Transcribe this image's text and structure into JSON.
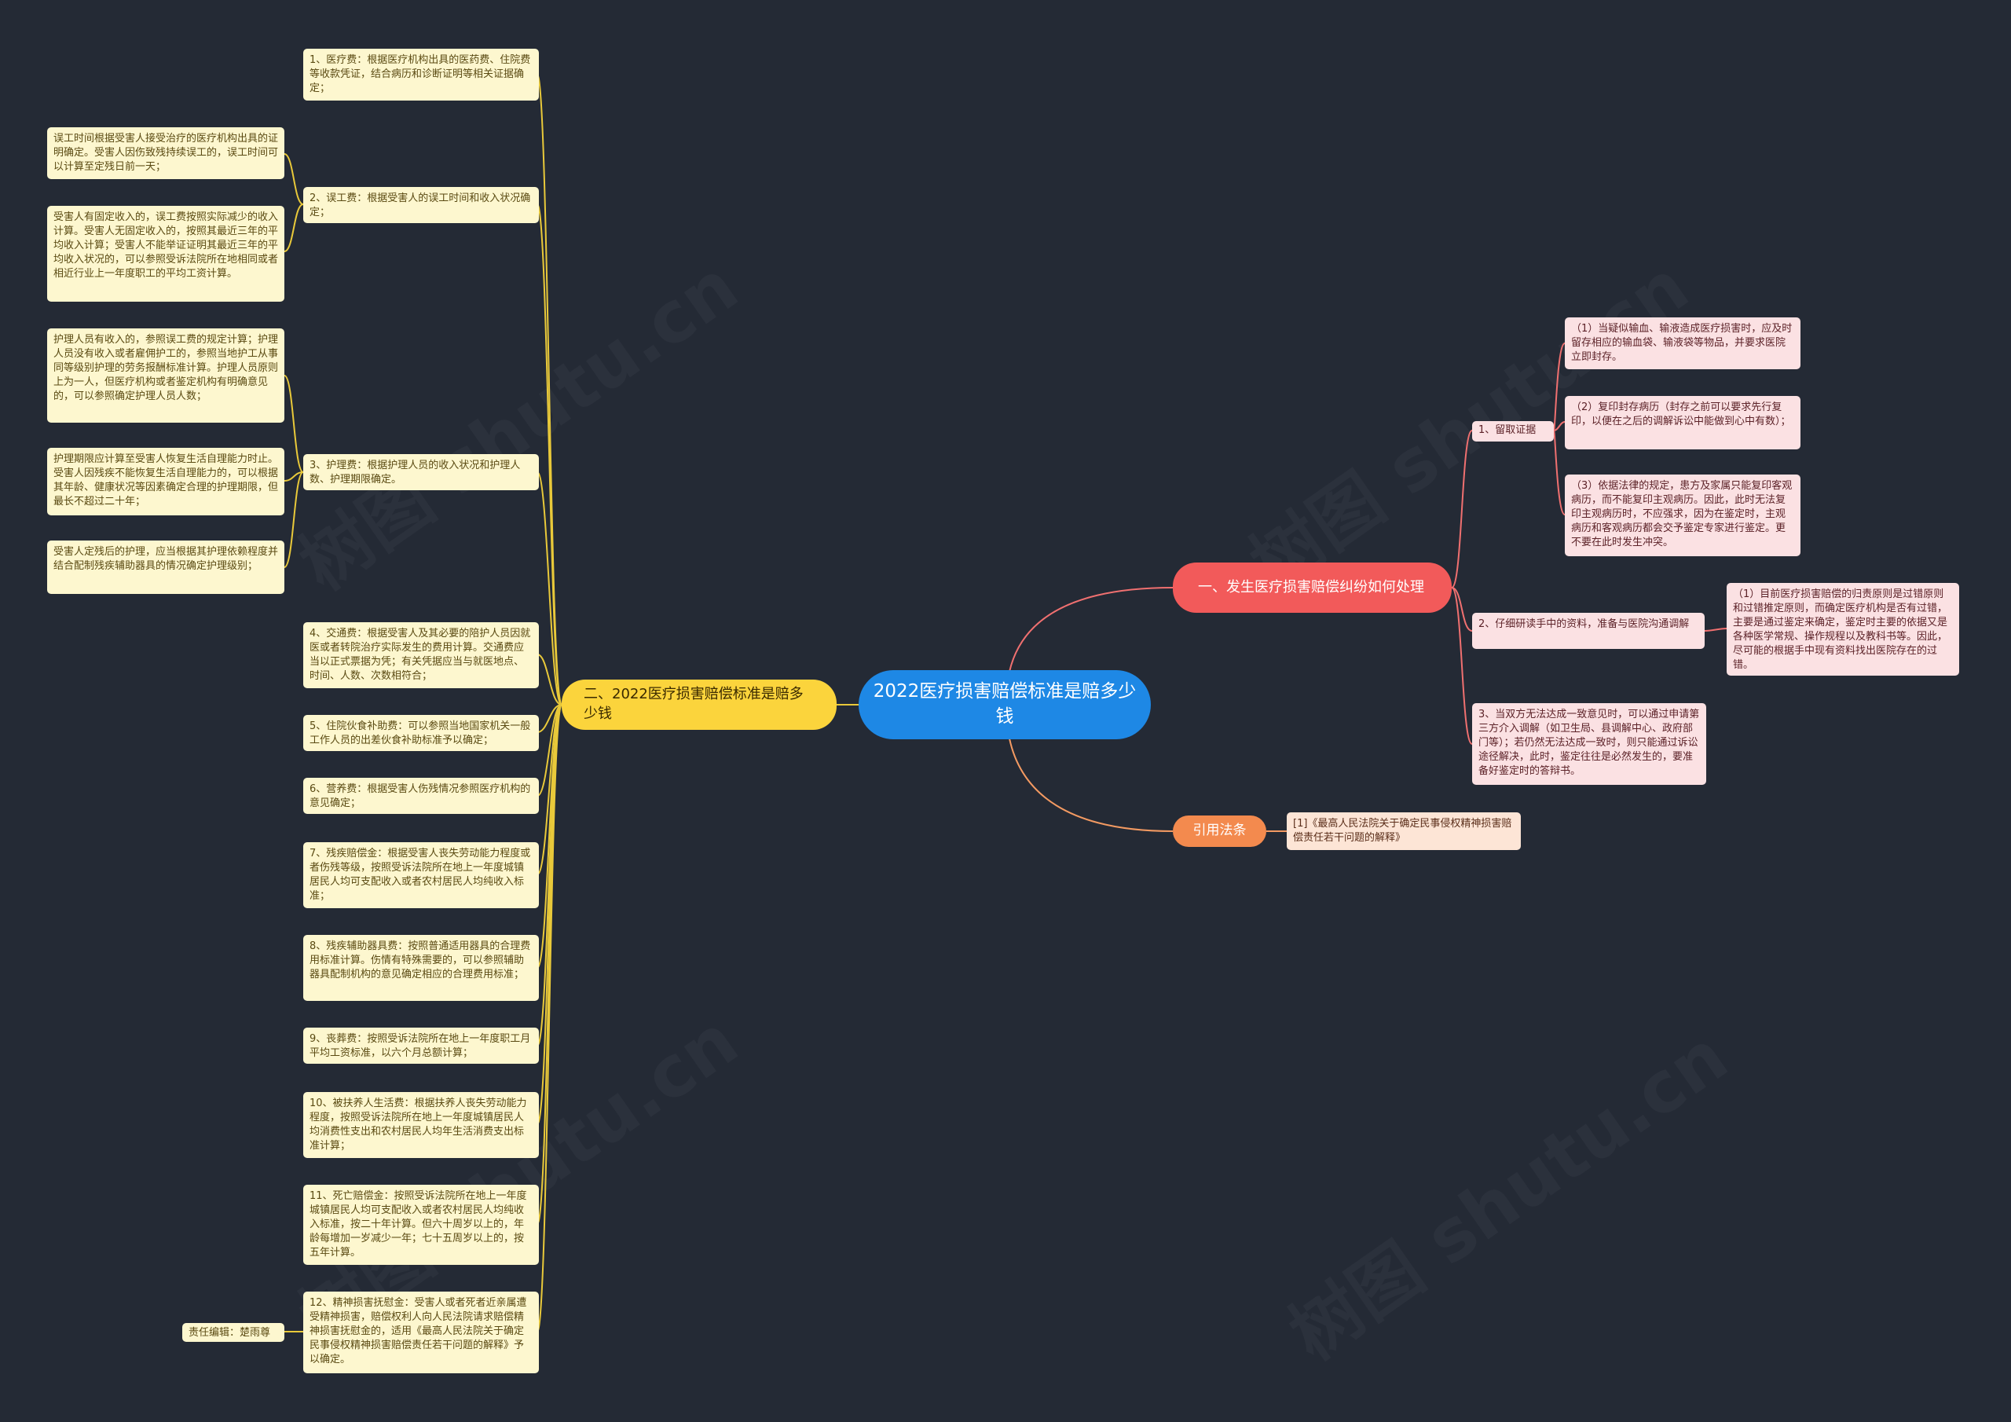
{
  "root": {
    "label": "2022医疗损害赔偿标准是赔多少钱"
  },
  "branch_left": {
    "label": "二、2022医疗损害赔偿标准是赔多少钱",
    "items": [
      {
        "text": "1、医疗费：根据医疗机构出具的医药费、住院费等收款凭证，结合病历和诊断证明等相关证据确定；"
      },
      {
        "text": "2、误工费：根据受害人的误工时间和收入状况确定；",
        "children": [
          "误工时间根据受害人接受治疗的医疗机构出具的证明确定。受害人因伤致残持续误工的，误工时间可以计算至定残日前一天；",
          "受害人有固定收入的，误工费按照实际减少的收入计算。受害人无固定收入的，按照其最近三年的平均收入计算；受害人不能举证证明其最近三年的平均收入状况的，可以参照受诉法院所在地相同或者相近行业上一年度职工的平均工资计算。"
        ]
      },
      {
        "text": "3、护理费：根据护理人员的收入状况和护理人数、护理期限确定。",
        "children": [
          "护理人员有收入的，参照误工费的规定计算；护理人员没有收入或者雇佣护工的，参照当地护工从事同等级别护理的劳务报酬标准计算。护理人员原则上为一人，但医疗机构或者鉴定机构有明确意见的，可以参照确定护理人员人数；",
          "护理期限应计算至受害人恢复生活自理能力时止。受害人因残疾不能恢复生活自理能力的，可以根据其年龄、健康状况等因素确定合理的护理期限，但最长不超过二十年；",
          "受害人定残后的护理，应当根据其护理依赖程度并结合配制残疾辅助器具的情况确定护理级别；"
        ]
      },
      {
        "text": "4、交通费：根据受害人及其必要的陪护人员因就医或者转院治疗实际发生的费用计算。交通费应当以正式票据为凭；有关凭据应当与就医地点、时间、人数、次数相符合；"
      },
      {
        "text": "5、住院伙食补助费：可以参照当地国家机关一般工作人员的出差伙食补助标准予以确定；"
      },
      {
        "text": "6、营养费：根据受害人伤残情况参照医疗机构的意见确定；"
      },
      {
        "text": "7、残疾赔偿金：根据受害人丧失劳动能力程度或者伤残等级，按照受诉法院所在地上一年度城镇居民人均可支配收入或者农村居民人均纯收入标准；"
      },
      {
        "text": "8、残疾辅助器具费：按照普通适用器具的合理费用标准计算。伤情有特殊需要的，可以参照辅助器具配制机构的意见确定相应的合理费用标准；"
      },
      {
        "text": "9、丧葬费：按照受诉法院所在地上一年度职工月平均工资标准，以六个月总额计算；"
      },
      {
        "text": "10、被扶养人生活费：根据扶养人丧失劳动能力程度，按照受诉法院所在地上一年度城镇居民人均消费性支出和农村居民人均年生活消费支出标准计算；"
      },
      {
        "text": "11、死亡赔偿金：按照受诉法院所在地上一年度城镇居民人均可支配收入或者农村居民人均纯收入标准，按二十年计算。但六十周岁以上的，年龄每增加一岁减少一年；七十五周岁以上的，按五年计算。"
      },
      {
        "text": "12、精神损害抚慰金：受害人或者死者近亲属遭受精神损害，赔偿权利人向人民法院请求赔偿精神损害抚慰金的，适用《最高人民法院关于确定民事侵权精神损害赔偿责任若干问题的解释》予以确定。",
        "children": [
          "责任编辑：楚雨尊"
        ]
      }
    ]
  },
  "branch_right_1": {
    "label": "一、发生医疗损害赔偿纠纷如何处理",
    "items": [
      {
        "text": "1、留取证据",
        "children": [
          "（1）当疑似输血、输液造成医疗损害时，应及时留存相应的输血袋、输液袋等物品，并要求医院立即封存。",
          "（2）复印封存病历（封存之前可以要求先行复印，以便在之后的调解诉讼中能做到心中有数）；",
          "（3）依据法律的规定，患方及家属只能复印客观病历，而不能复印主观病历。因此，此时无法复印主观病历时，不应强求，因为在鉴定时，主观病历和客观病历都会交予鉴定专家进行鉴定。更不要在此时发生冲突。"
        ]
      },
      {
        "text": "2、仔细研读手中的资料，准备与医院沟通调解",
        "children": [
          "（1）目前医疗损害赔偿的归责原则是过错原则和过错推定原则，而确定医疗机构是否有过错，主要是通过鉴定来确定，鉴定时主要的依据又是各种医学常规、操作规程以及教科书等。因此，尽可能的根据手中现有资料找出医院存在的过错。"
        ]
      },
      {
        "text": "3、当双方无法达成一致意见时，可以通过申请第三方介入调解（如卫生局、县调解中心、政府部门等）；若仍然无法达成一致时，则只能通过诉讼途径解决，此时，鉴定往往是必然发生的，要准备好鉴定时的答辩书。"
      }
    ]
  },
  "branch_right_2": {
    "label": "引用法条",
    "items": [
      {
        "text": "[1]《最高人民法院关于确定民事侵权精神损害赔偿责任若干问题的解释》"
      }
    ]
  },
  "watermark": "树图 shutu.cn",
  "colors": {
    "background": "#242a35",
    "root": "#1e88e5",
    "left_branch": "#fbd43c",
    "right_branch_1": "#f25a5a",
    "right_branch_2": "#f38a4e",
    "line_yellow": "#e9c93a",
    "line_red": "#f07070",
    "line_orange": "#f39a62"
  }
}
